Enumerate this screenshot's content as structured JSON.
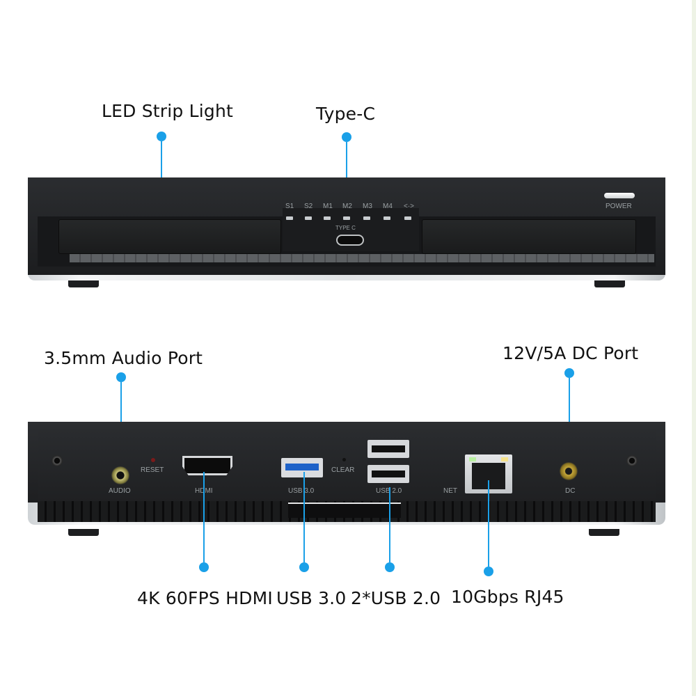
{
  "top_device": {
    "callouts": {
      "led_strip": "LED Strip Light",
      "type_c": "Type-C"
    },
    "indicators": [
      "S1",
      "S2",
      "M1",
      "M2",
      "M3",
      "M4",
      "<·>"
    ],
    "port_label": "TYPE C",
    "power_label": "POWER"
  },
  "bottom_device": {
    "callouts": {
      "audio": "3.5mm Audio Port",
      "dc": "12V/5A DC Port",
      "hdmi": "4K 60FPS HDMI",
      "usb3": "USB 3.0",
      "usb2": "2*USB 2.0",
      "rj45": "10Gbps RJ45"
    },
    "panel_labels": {
      "audio": "AUDIO",
      "reset": "RESET",
      "hdmi": "HDMI",
      "usb3": "USB 3.0",
      "clear": "CLEAR",
      "usb2": "USB 2.0",
      "net": "NET",
      "dc": "DC"
    }
  },
  "colors": {
    "accent": "#1aa0e8",
    "usb3_tongue": "#1e62c8",
    "chassis": "#1f2022"
  }
}
